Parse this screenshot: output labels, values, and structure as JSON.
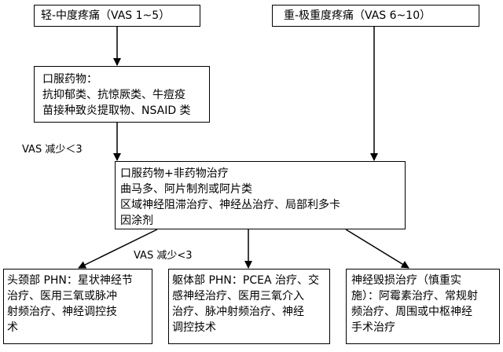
{
  "boxes": {
    "mild": {
      "lines": [
        "轻-中度疼痛（VAS 1~5）"
      ]
    },
    "severe": {
      "lines": [
        "重-极重度疼痛（VAS 6~10）"
      ]
    },
    "oral": {
      "lines": [
        "口服药物：",
        "抗抑郁类、抗惊厥类、牛痘疫",
        "苗接种致炎提取物、NSAID 类"
      ]
    },
    "multi": {
      "lines": [
        "口服药物+非药物治疗",
        "曲马多、阿片制剂或阿片类",
        "区域神经阻滞治疗、神经丛治疗、局部利多卡",
        "因涂剂"
      ]
    },
    "head": {
      "lines": [
        "头颈部 PHN：星状神经节",
        "治疗、医用三氧或脉冲",
        "射频治疗、神经调控技",
        "术"
      ]
    },
    "trunk": {
      "lines": [
        "躯体部 PHN：PCEA 治疗、交",
        "感神经治疗、医用三氧介入",
        "治疗、脉冲射频治疗、神经",
        "调控技术"
      ]
    },
    "destroy": {
      "lines": [
        "神经毁损治疗（慎重实",
        "施）：阿霉素治疗、常规射",
        "频治疗、周围或中枢神经",
        "手术治疗"
      ]
    }
  },
  "edge_labels": {
    "vas_reduce_1": "VAS 减少＜3",
    "vas_reduce_2": "VAS 减少<3"
  }
}
